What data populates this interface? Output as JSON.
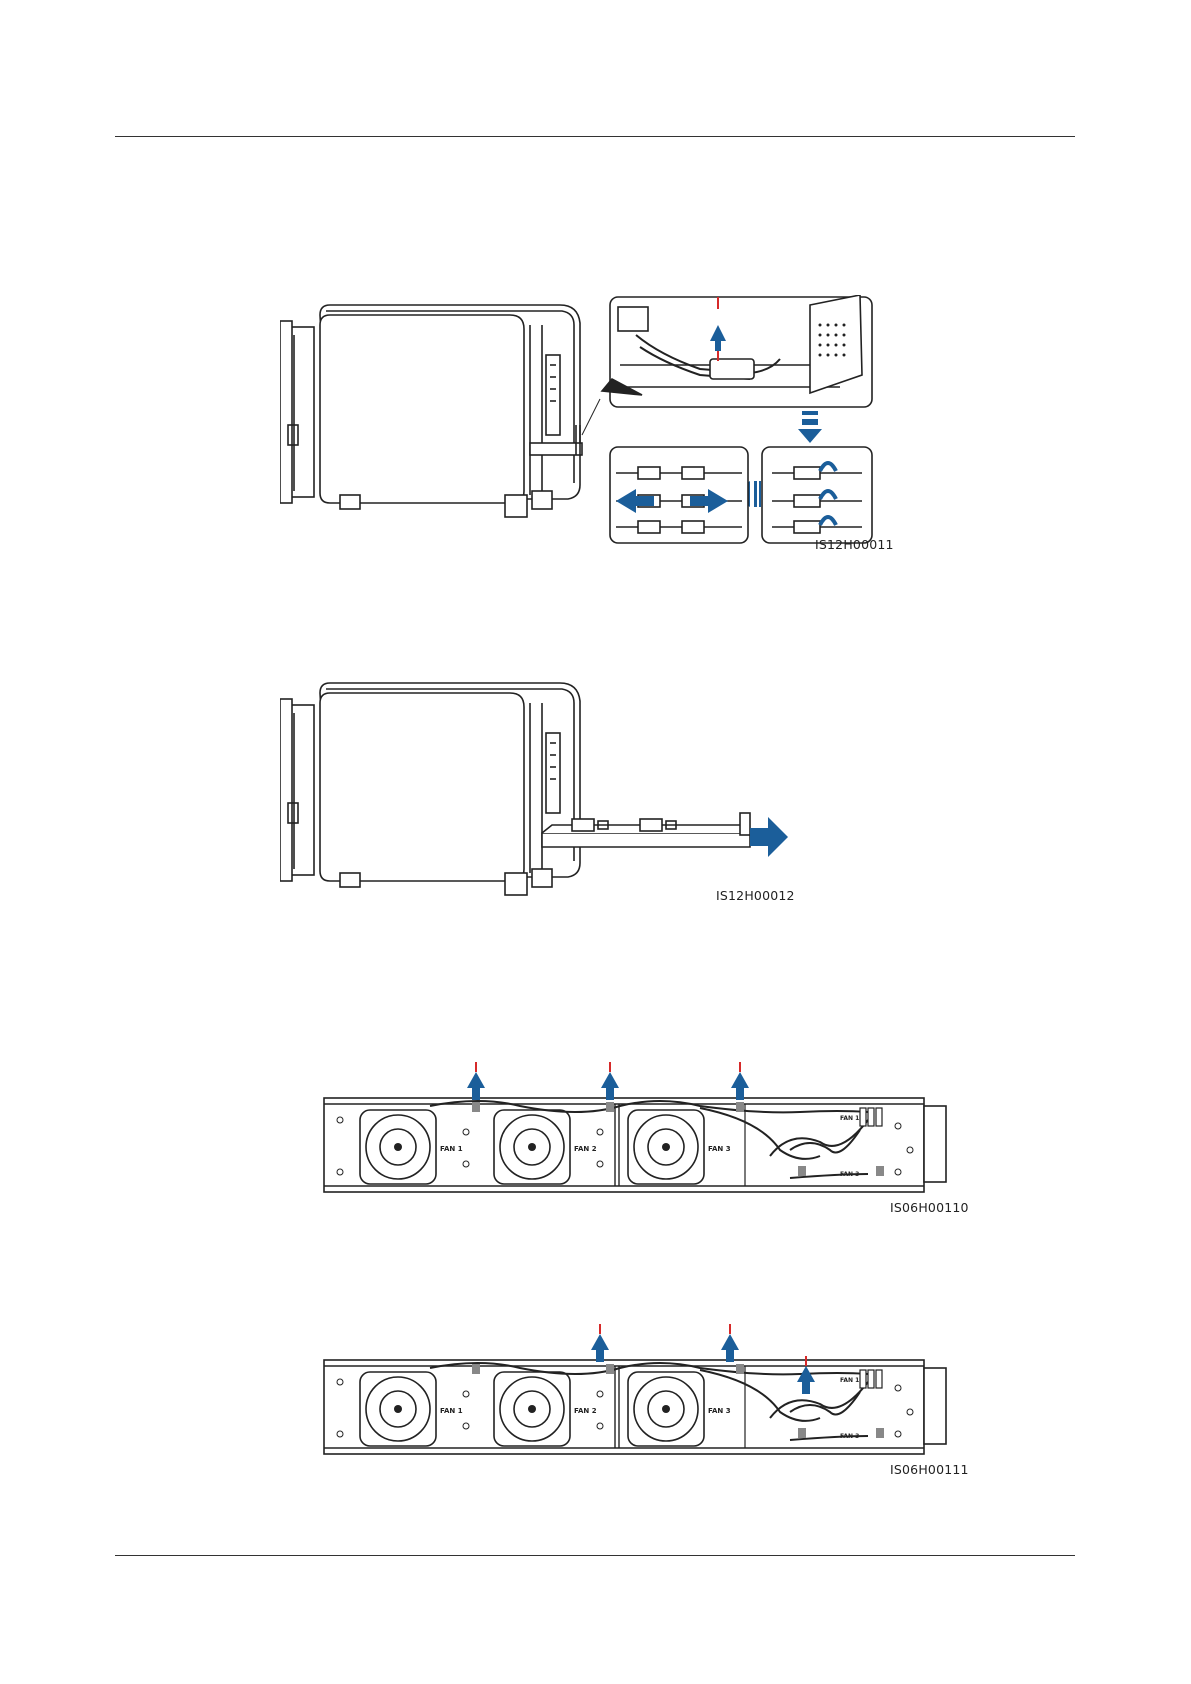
{
  "figures": [
    {
      "id": "IS12H00011"
    },
    {
      "id": "IS12H00012"
    },
    {
      "id": "IS06H00110"
    },
    {
      "id": "IS06H00111"
    }
  ],
  "fan_tray": {
    "fan_labels": [
      "FAN 1",
      "FAN 2",
      "FAN 3"
    ]
  },
  "colors": {
    "arrow": "#1b5e9a",
    "guide_line": "#d62a2a",
    "line_art": "#222222"
  },
  "icons": {
    "direction_arrow": "arrow-icon",
    "fan": "fan-icon"
  }
}
